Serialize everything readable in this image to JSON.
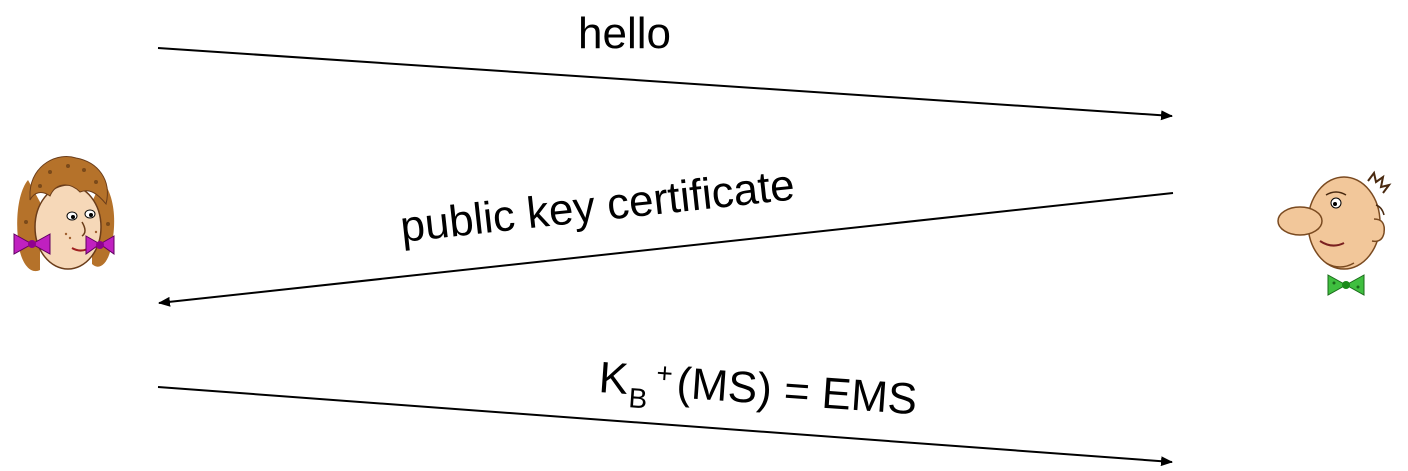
{
  "messages": [
    {
      "label": "hello",
      "direction": "alice-to-bob"
    },
    {
      "label": "public key certificate",
      "direction": "bob-to-alice"
    },
    {
      "label_parts": {
        "main": "K",
        "subscript": "B",
        "superscript": "+",
        "rest": "(MS) = EMS"
      },
      "direction": "alice-to-bob"
    }
  ],
  "participants": {
    "left": {
      "icon": "girl-cartoon-icon"
    },
    "right": {
      "icon": "man-cartoon-icon"
    }
  },
  "colors": {
    "line": "#000000",
    "girl_hair": "#b5722a",
    "girl_bow": "#c020c0",
    "man_skin": "#f2c79a",
    "man_bowtie": "#3fbf3f"
  }
}
